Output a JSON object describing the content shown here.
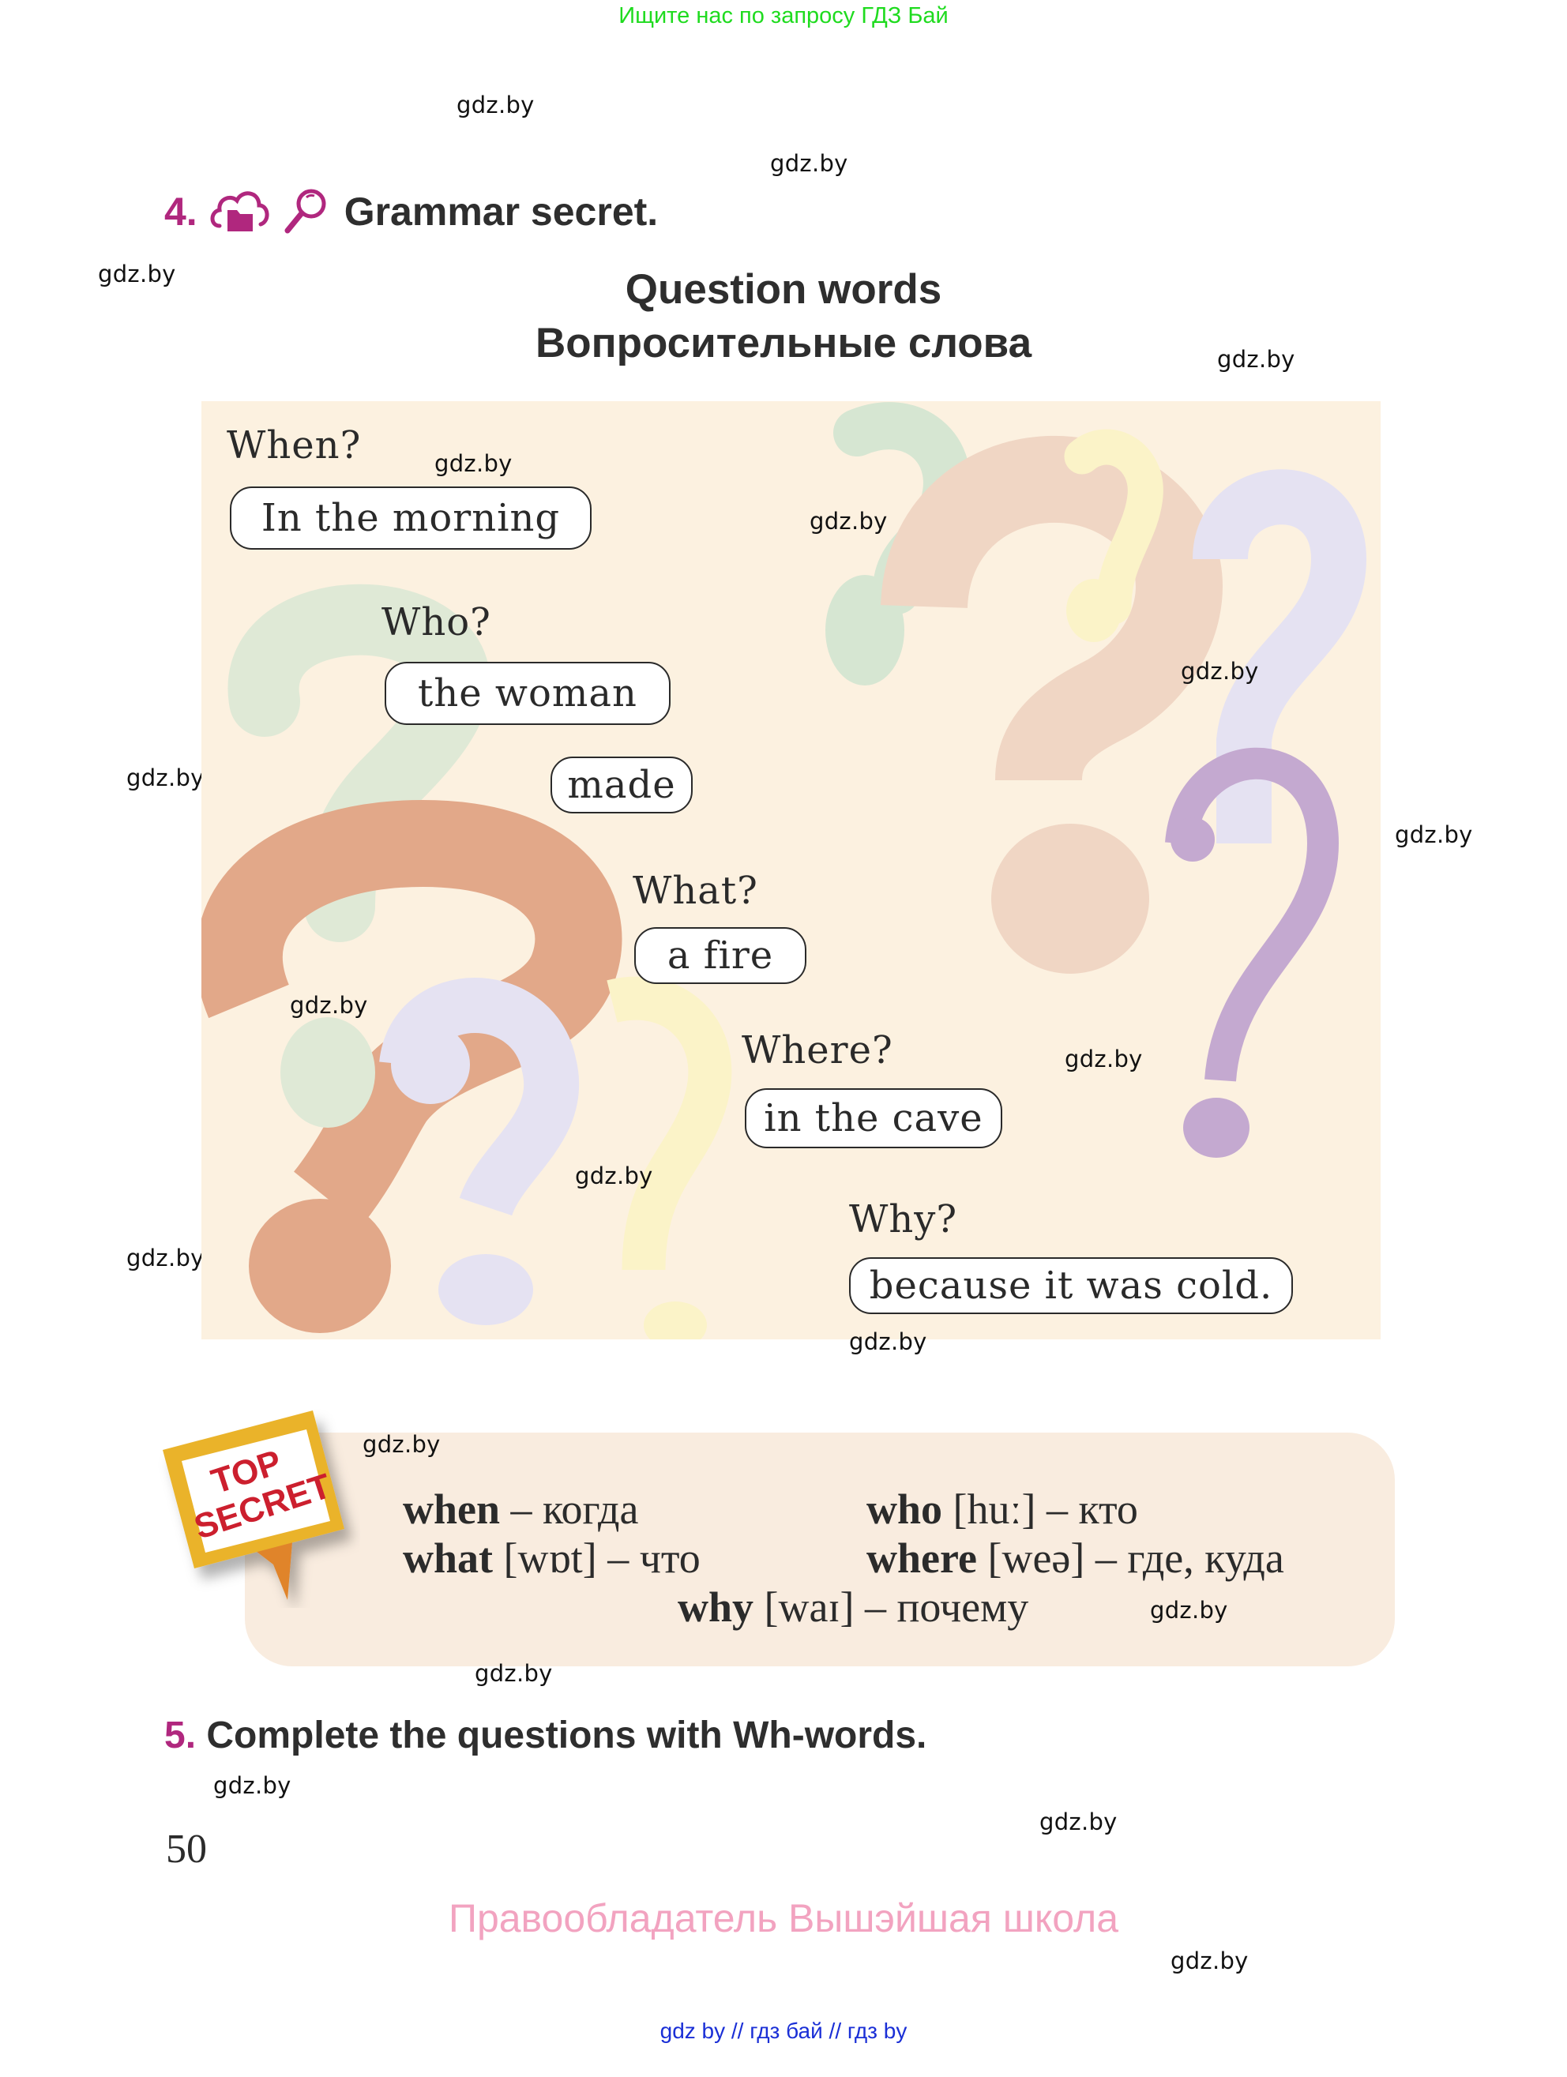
{
  "banner": {
    "text": "Ищите нас по запросу ГДЗ Бай",
    "color": "#1fdb1f"
  },
  "exercise4": {
    "number": "4.",
    "icons": [
      "cloud-folder-icon",
      "magnifier-icon"
    ],
    "title": "Grammar secret.",
    "accent_color": "#b0277e"
  },
  "heading": {
    "line1": "Question words",
    "line2": "Вопросительные слова"
  },
  "panel": {
    "background": "#fcf1e0",
    "items": [
      {
        "label": "When?",
        "answer": "In the morning"
      },
      {
        "label": "Who?",
        "answer": "the woman"
      },
      {
        "label": "",
        "answer": "made"
      },
      {
        "label": "What?",
        "answer": "a fire"
      },
      {
        "label": "Where?",
        "answer": "in the cave"
      },
      {
        "label": "Why?",
        "answer": "because it was cold."
      }
    ]
  },
  "top_secret": {
    "badge_line1": "TOP",
    "badge_line2": "SECRET",
    "vocab": [
      {
        "word": "when",
        "transcription": "",
        "translation": "– когда"
      },
      {
        "word": "who",
        "transcription": "[huː]",
        "translation": "– кто"
      },
      {
        "word": "what",
        "transcription": "[wɒt]",
        "translation": "– что"
      },
      {
        "word": "where",
        "transcription": "[weə]",
        "translation": "– где, куда"
      },
      {
        "word": "why",
        "transcription": "[waɪ]",
        "translation": "– почему"
      }
    ]
  },
  "exercise5": {
    "number": "5.",
    "title": "Complete the questions with Wh-words."
  },
  "page_number": "50",
  "copyright": "Правообладатель Вышэйшая школа",
  "footer": "gdz by  //  гдз бай  //  гдз by",
  "watermark": "gdz.by"
}
